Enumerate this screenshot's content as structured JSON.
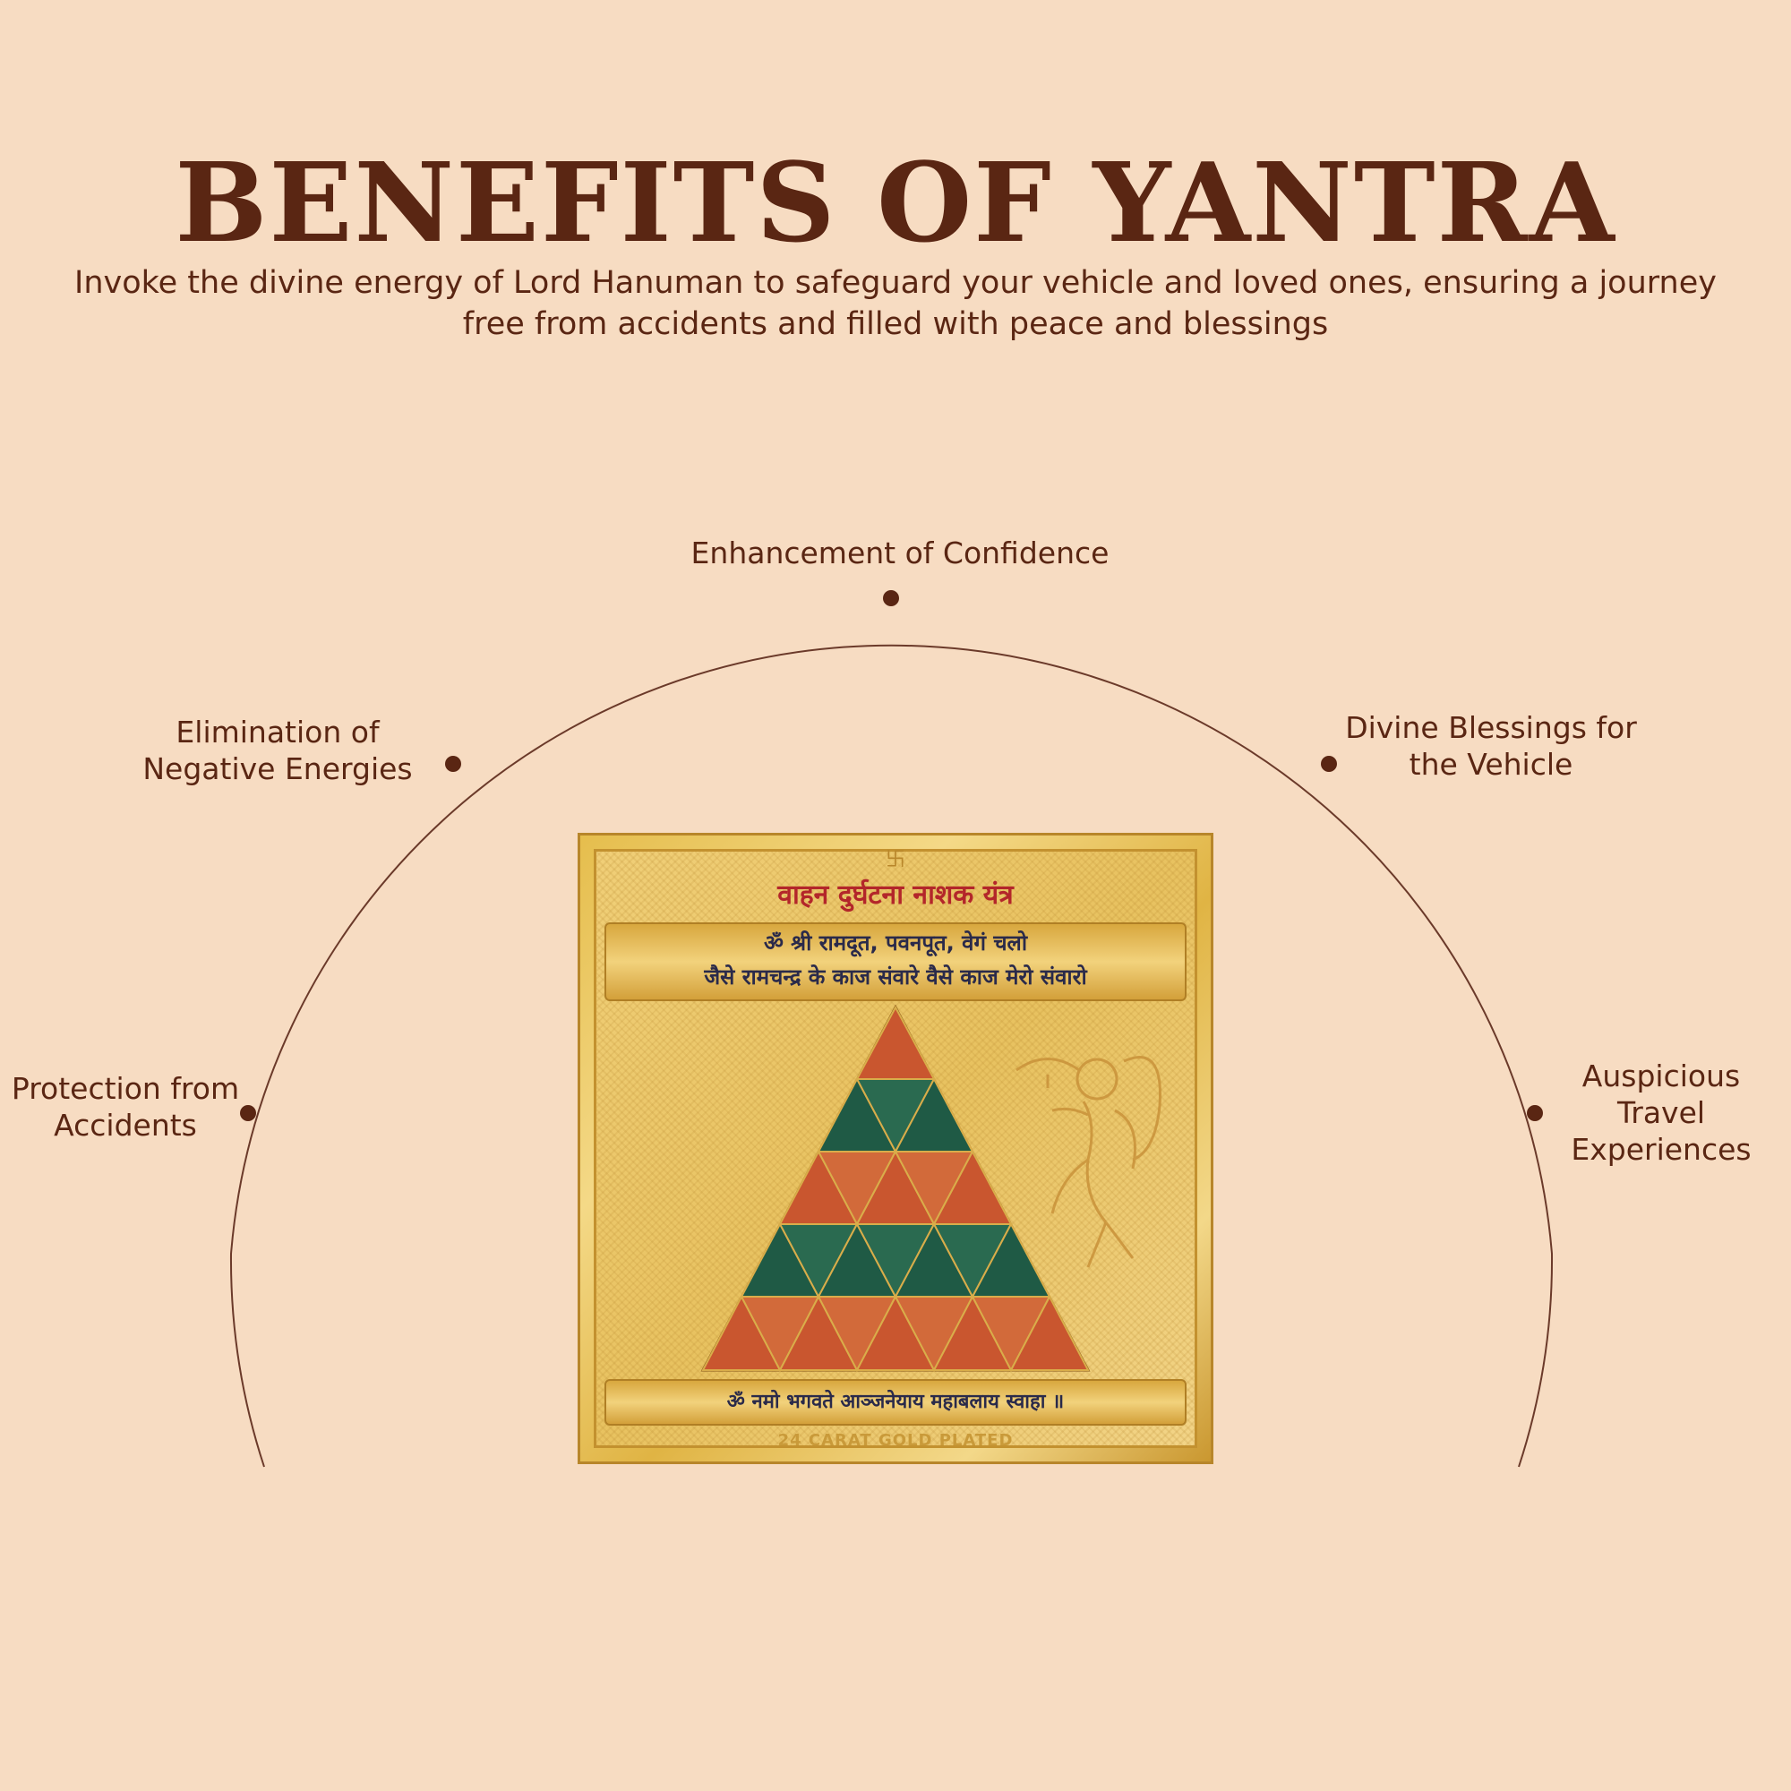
{
  "header": {
    "title": "BENEFITS OF YANTRA",
    "subtitle": "Invoke the divine energy of Lord Hanuman to safeguard your vehicle and loved ones, ensuring a journey free from accidents and filled with peace and blessings"
  },
  "benefits": [
    {
      "label": "Enhancement of Confidence"
    },
    {
      "label": "Elimination of\nNegative Energies"
    },
    {
      "label": "Divine Blessings for\nthe Vehicle"
    },
    {
      "label": "Protection from\nAccidents"
    },
    {
      "label": "Auspicious\nTravel\nExperiences"
    }
  ],
  "yantra": {
    "heading": "वाहन दुर्घटना नाशक यंत्र",
    "mantra_top": "ॐ श्री रामदूत, पवनपूत, वेगं चलो\nजैसे रामचन्द्र के काज संवारे वैसे काज मेरो संवारो",
    "mantra_bottom": "ॐ नमो भगवते आञ्जनेयाय महाबलाय स्वाहा ॥",
    "footer": "24 CARAT GOLD PLATED",
    "om_symbol": "卐"
  },
  "colors": {
    "background": "#f7dcc2",
    "text": "#5a2613",
    "arc": "#6b3a2a",
    "yantra_red": "#c9562f",
    "yantra_green": "#1f5a45",
    "gold": "#e8c260"
  }
}
